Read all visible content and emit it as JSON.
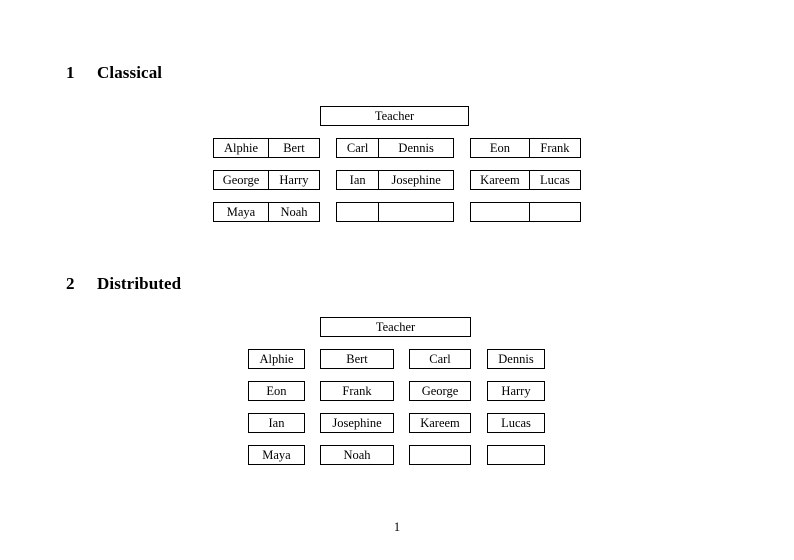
{
  "document": {
    "page_number": "1"
  },
  "sections": [
    {
      "number": "1",
      "title": "Classical",
      "teacher_label": "Teacher",
      "layout": "grouped-pairs",
      "groups": [
        {
          "name": "group-left",
          "rows": [
            {
              "left": "Alphie",
              "right": "Bert"
            },
            {
              "left": "George",
              "right": "Harry"
            },
            {
              "left": "Maya",
              "right": "Noah"
            }
          ]
        },
        {
          "name": "group-middle",
          "rows": [
            {
              "left": "Carl",
              "right": "Dennis"
            },
            {
              "left": "Ian",
              "right": "Josephine"
            },
            {
              "left": "",
              "right": ""
            }
          ]
        },
        {
          "name": "group-right",
          "rows": [
            {
              "left": "Eon",
              "right": "Frank"
            },
            {
              "left": "Kareem",
              "right": "Lucas"
            },
            {
              "left": "",
              "right": ""
            }
          ]
        }
      ]
    },
    {
      "number": "2",
      "title": "Distributed",
      "teacher_label": "Teacher",
      "layout": "grid",
      "grid": [
        [
          "Alphie",
          "Bert",
          "Carl",
          "Dennis"
        ],
        [
          "Eon",
          "Frank",
          "George",
          "Harry"
        ],
        [
          "Ian",
          "Josephine",
          "Kareem",
          "Lucas"
        ],
        [
          "Maya",
          "Noah",
          "",
          ""
        ]
      ]
    }
  ]
}
